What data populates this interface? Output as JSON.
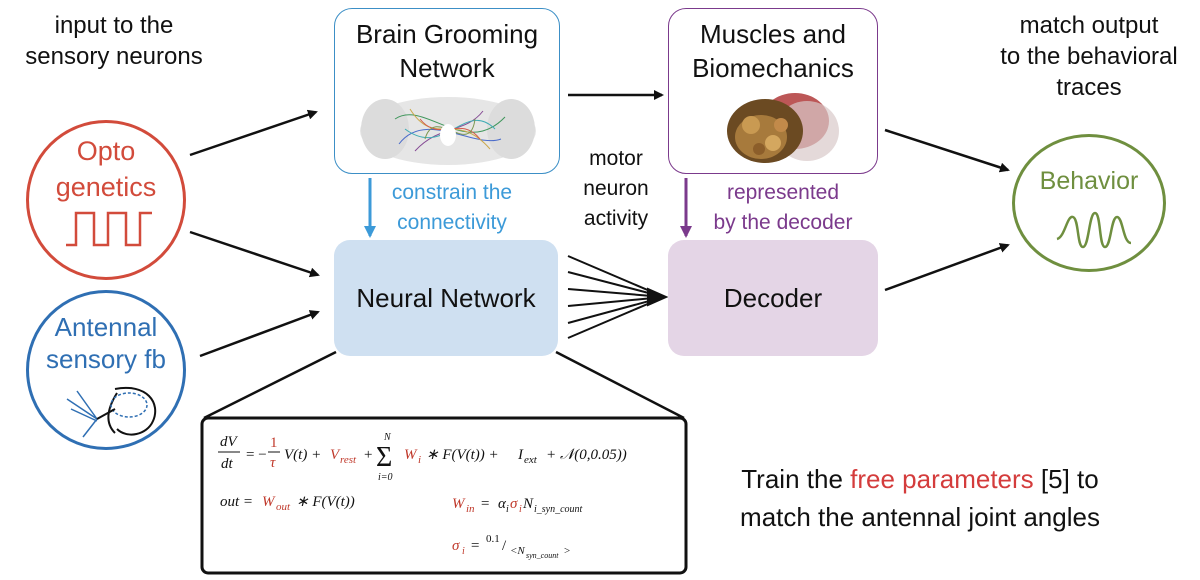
{
  "input_label": [
    "input to the",
    "sensory neurons"
  ],
  "output_label": [
    "match output",
    "to the behavioral",
    "traces"
  ],
  "brain_box": {
    "lines": [
      "Brain Grooming",
      "Network"
    ],
    "border_color": "#3c8fc6"
  },
  "muscle_box": {
    "lines": [
      "Muscles and",
      "Biomechanics"
    ],
    "border_color": "#7b3a8c"
  },
  "optogenetics": {
    "lines": [
      "Opto",
      "genetics"
    ],
    "color": "#d24b3b"
  },
  "antennal": {
    "lines": [
      "Antennal",
      "sensory fb"
    ],
    "color": "#2f6fb3"
  },
  "behavior": {
    "label": "Behavior",
    "color": "#6f8f3f"
  },
  "neural_network": {
    "label": "Neural Network",
    "fill": "#cfe0f1"
  },
  "decoder": {
    "label": "Decoder",
    "fill": "#e4d5e6"
  },
  "constrain_label": [
    "constrain the",
    "connectivity"
  ],
  "represented_label": [
    "represented",
    "by the decoder"
  ],
  "motor_label": [
    "motor",
    "neuron",
    "activity"
  ],
  "train_text": {
    "line1_pre": "Train the ",
    "line1_red": "free parameters",
    "line1_post": " [5] to",
    "line2": "match the antennal joint angles",
    "highlight_color": "#d43c3c"
  }
}
